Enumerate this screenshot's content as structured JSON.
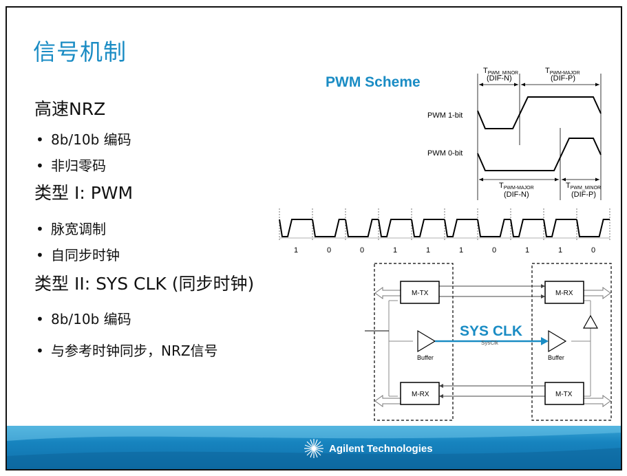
{
  "slide": {
    "title": "信号机制",
    "sections": [
      {
        "heading": "高速NRZ",
        "items": [
          "8b/10b 编码",
          "非归零码"
        ]
      },
      {
        "heading": "类型 I: PWM",
        "items": [
          "脉宽调制",
          "自同步时钟"
        ]
      },
      {
        "heading": "类型 II: SYS CLK (同步时钟)",
        "items": [
          "8b/10b 编码",
          "与参考时钟同步，NRZ信号"
        ]
      }
    ],
    "bullet": "•"
  },
  "pwm_scheme": {
    "title": "PWM Scheme",
    "top_labels": {
      "t_minor": "T",
      "t_minor_sub": "PWM_MINOR",
      "t_minor_note": "(DIF-N)",
      "t_major": "T",
      "t_major_sub": "PWM-MAJOR",
      "t_major_note": "(DIF-P)"
    },
    "bottom_labels": {
      "t_major": "T",
      "t_major_sub": "PWM-MAJOR",
      "t_major_note": "(DIF-N)",
      "t_minor": "T",
      "t_minor_sub": "PWM_MINOR",
      "t_minor_note": "(DIF-P)"
    },
    "row1_label": "PWM 1-bit",
    "row2_label": "PWM 0-bit"
  },
  "bit_stream": {
    "bits": [
      "1",
      "0",
      "0",
      "1",
      "1",
      "1",
      "0",
      "1",
      "1",
      "0"
    ]
  },
  "sys_clk": {
    "title": "SYS CLK",
    "sysclk_label": "SysClk",
    "mtx_left": "M-TX",
    "mrx_left": "M-RX",
    "mrx_right": "M-RX",
    "mtx_right": "M-TX",
    "buffer_left": "Buffer",
    "buffer_right": "Buffer",
    "accent_color": "#1a8cc4"
  },
  "footer": {
    "company": "Agilent Technologies"
  }
}
